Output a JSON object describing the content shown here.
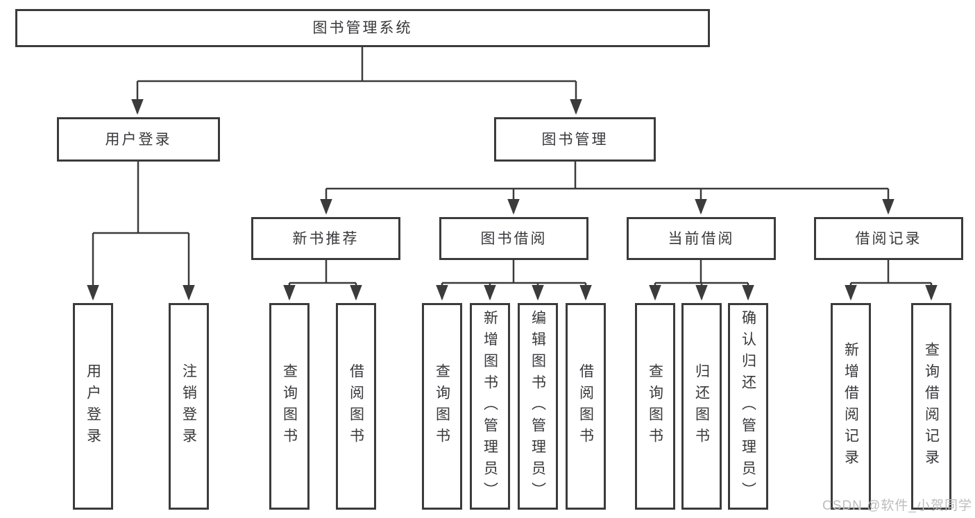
{
  "diagram": {
    "title": "图书管理系统",
    "watermark": "CSDN @软件_小贺同学",
    "colors": {
      "line": "#3b3b3b",
      "box_border": "#3b3b3b",
      "box_background": "#ffffff",
      "text": "#38383c",
      "watermark_text": "#bdbdbd",
      "page_background": "#ffffff"
    },
    "nodes": {
      "root": {
        "label": "图书管理系统"
      },
      "user_login": {
        "label": "用户登录"
      },
      "book_mgmt": {
        "label": "图书管理"
      },
      "new_book_rec": {
        "label": "新书推荐"
      },
      "book_borrow": {
        "label": "图书借阅"
      },
      "current_borrow": {
        "label": "当前借阅"
      },
      "borrow_records": {
        "label": "借阅记录"
      },
      "leaf_user_login": {
        "label": "用户登录"
      },
      "leaf_logout": {
        "label": "注销登录"
      },
      "leaf_query_book_1": {
        "label": "查询图书"
      },
      "leaf_borrow_book_1": {
        "label": "借阅图书"
      },
      "leaf_query_book_2": {
        "label": "查询图书"
      },
      "leaf_add_book": {
        "label": "新增图书（管理员）"
      },
      "leaf_edit_book": {
        "label": "编辑图书（管理员）"
      },
      "leaf_borrow_book_2": {
        "label": "借阅图书"
      },
      "leaf_query_book_3": {
        "label": "查询图书"
      },
      "leaf_return_book": {
        "label": "归还图书"
      },
      "leaf_confirm_return": {
        "label": "确认归还（管理员）"
      },
      "leaf_add_record": {
        "label": "新增借阅记录"
      },
      "leaf_query_record": {
        "label": "查询借阅记录"
      }
    },
    "structure": [
      {
        "id": "root",
        "children": [
          "user_login",
          "book_mgmt"
        ]
      },
      {
        "id": "user_login",
        "children": [
          "leaf_user_login",
          "leaf_logout"
        ]
      },
      {
        "id": "book_mgmt",
        "children": [
          "new_book_rec",
          "book_borrow",
          "current_borrow",
          "borrow_records"
        ]
      },
      {
        "id": "new_book_rec",
        "children": [
          "leaf_query_book_1",
          "leaf_borrow_book_1"
        ]
      },
      {
        "id": "book_borrow",
        "children": [
          "leaf_query_book_2",
          "leaf_add_book",
          "leaf_edit_book",
          "leaf_borrow_book_2"
        ]
      },
      {
        "id": "current_borrow",
        "children": [
          "leaf_query_book_3",
          "leaf_return_book",
          "leaf_confirm_return"
        ]
      },
      {
        "id": "borrow_records",
        "children": [
          "leaf_add_record",
          "leaf_query_record"
        ]
      }
    ]
  }
}
